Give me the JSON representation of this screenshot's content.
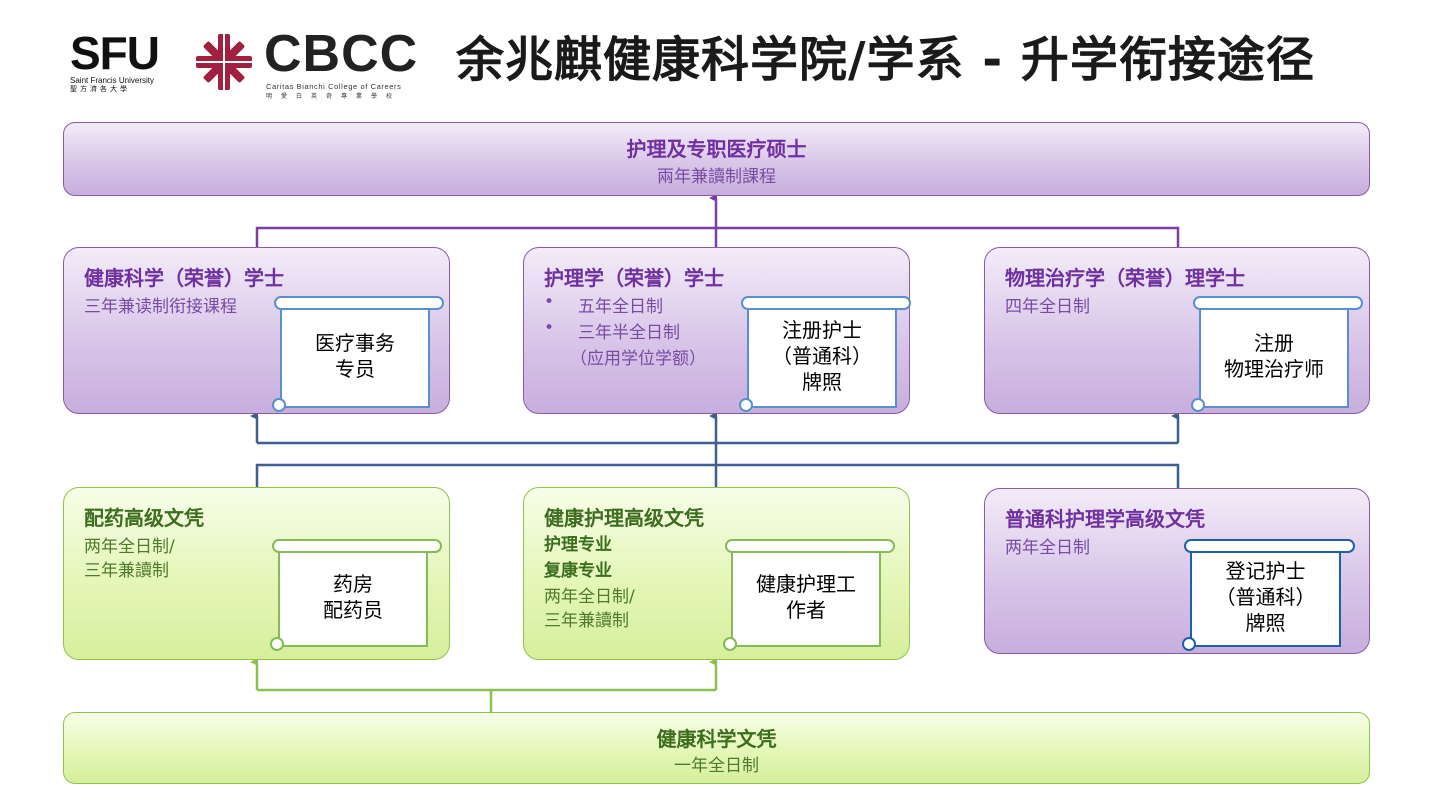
{
  "header": {
    "sfu_logo": "SFU",
    "sfu_name": "Saint Francis University",
    "sfu_chinese": "聖方濟各大學",
    "cbcc_logo": "CBCC",
    "cbcc_name": "Caritas Bianchi College of Careers",
    "cbcc_chinese": "明愛白英奇專業學校",
    "title": "余兆麒健康科学院/学系 - 升学衔接途径"
  },
  "top_band": {
    "title": "护理及专职医疗硕士",
    "subtitle": "兩年兼讀制課程"
  },
  "degrees": [
    {
      "title": "健康科学（荣誉）学士",
      "lines": [
        "三年兼读制衔接课程"
      ],
      "scroll": "医疗事务\n专员"
    },
    {
      "title": "护理学（荣誉）学士",
      "lines": [
        "•",
        "五年全日制",
        "•",
        "三年半全日制",
        "（应用学位学额）"
      ],
      "scroll": "注册护士\n（普通科）\n牌照"
    },
    {
      "title": "物理治疗学（荣誉）理学士",
      "lines": [
        "四年全日制"
      ],
      "scroll": "注册\n物理治疗师"
    }
  ],
  "diplomas": [
    {
      "title": "配药高级文凭",
      "lines": [
        "两年全日制/",
        "三年兼讀制"
      ],
      "scroll": "药房\n配药员"
    },
    {
      "title": "健康护理高级文凭",
      "lines": [
        "护理专业",
        "复康专业",
        "两年全日制/",
        "三年兼讀制"
      ],
      "scroll": "健康护理工\n作者"
    },
    {
      "title": "普通科护理学高级文凭",
      "lines": [
        "两年全日制"
      ],
      "scroll": "登记护士\n（普通科）\n牌照"
    }
  ],
  "bottom_band": {
    "title": "健康科学文凭",
    "subtitle": "一年全日制"
  },
  "colors": {
    "purple_text": "#7030a0",
    "green_text": "#3b6e1d",
    "connector_purple": "#7a3fa0",
    "connector_blue": "#3f5f93",
    "connector_green": "#8cc152",
    "logo_cross": "#a0203e"
  }
}
